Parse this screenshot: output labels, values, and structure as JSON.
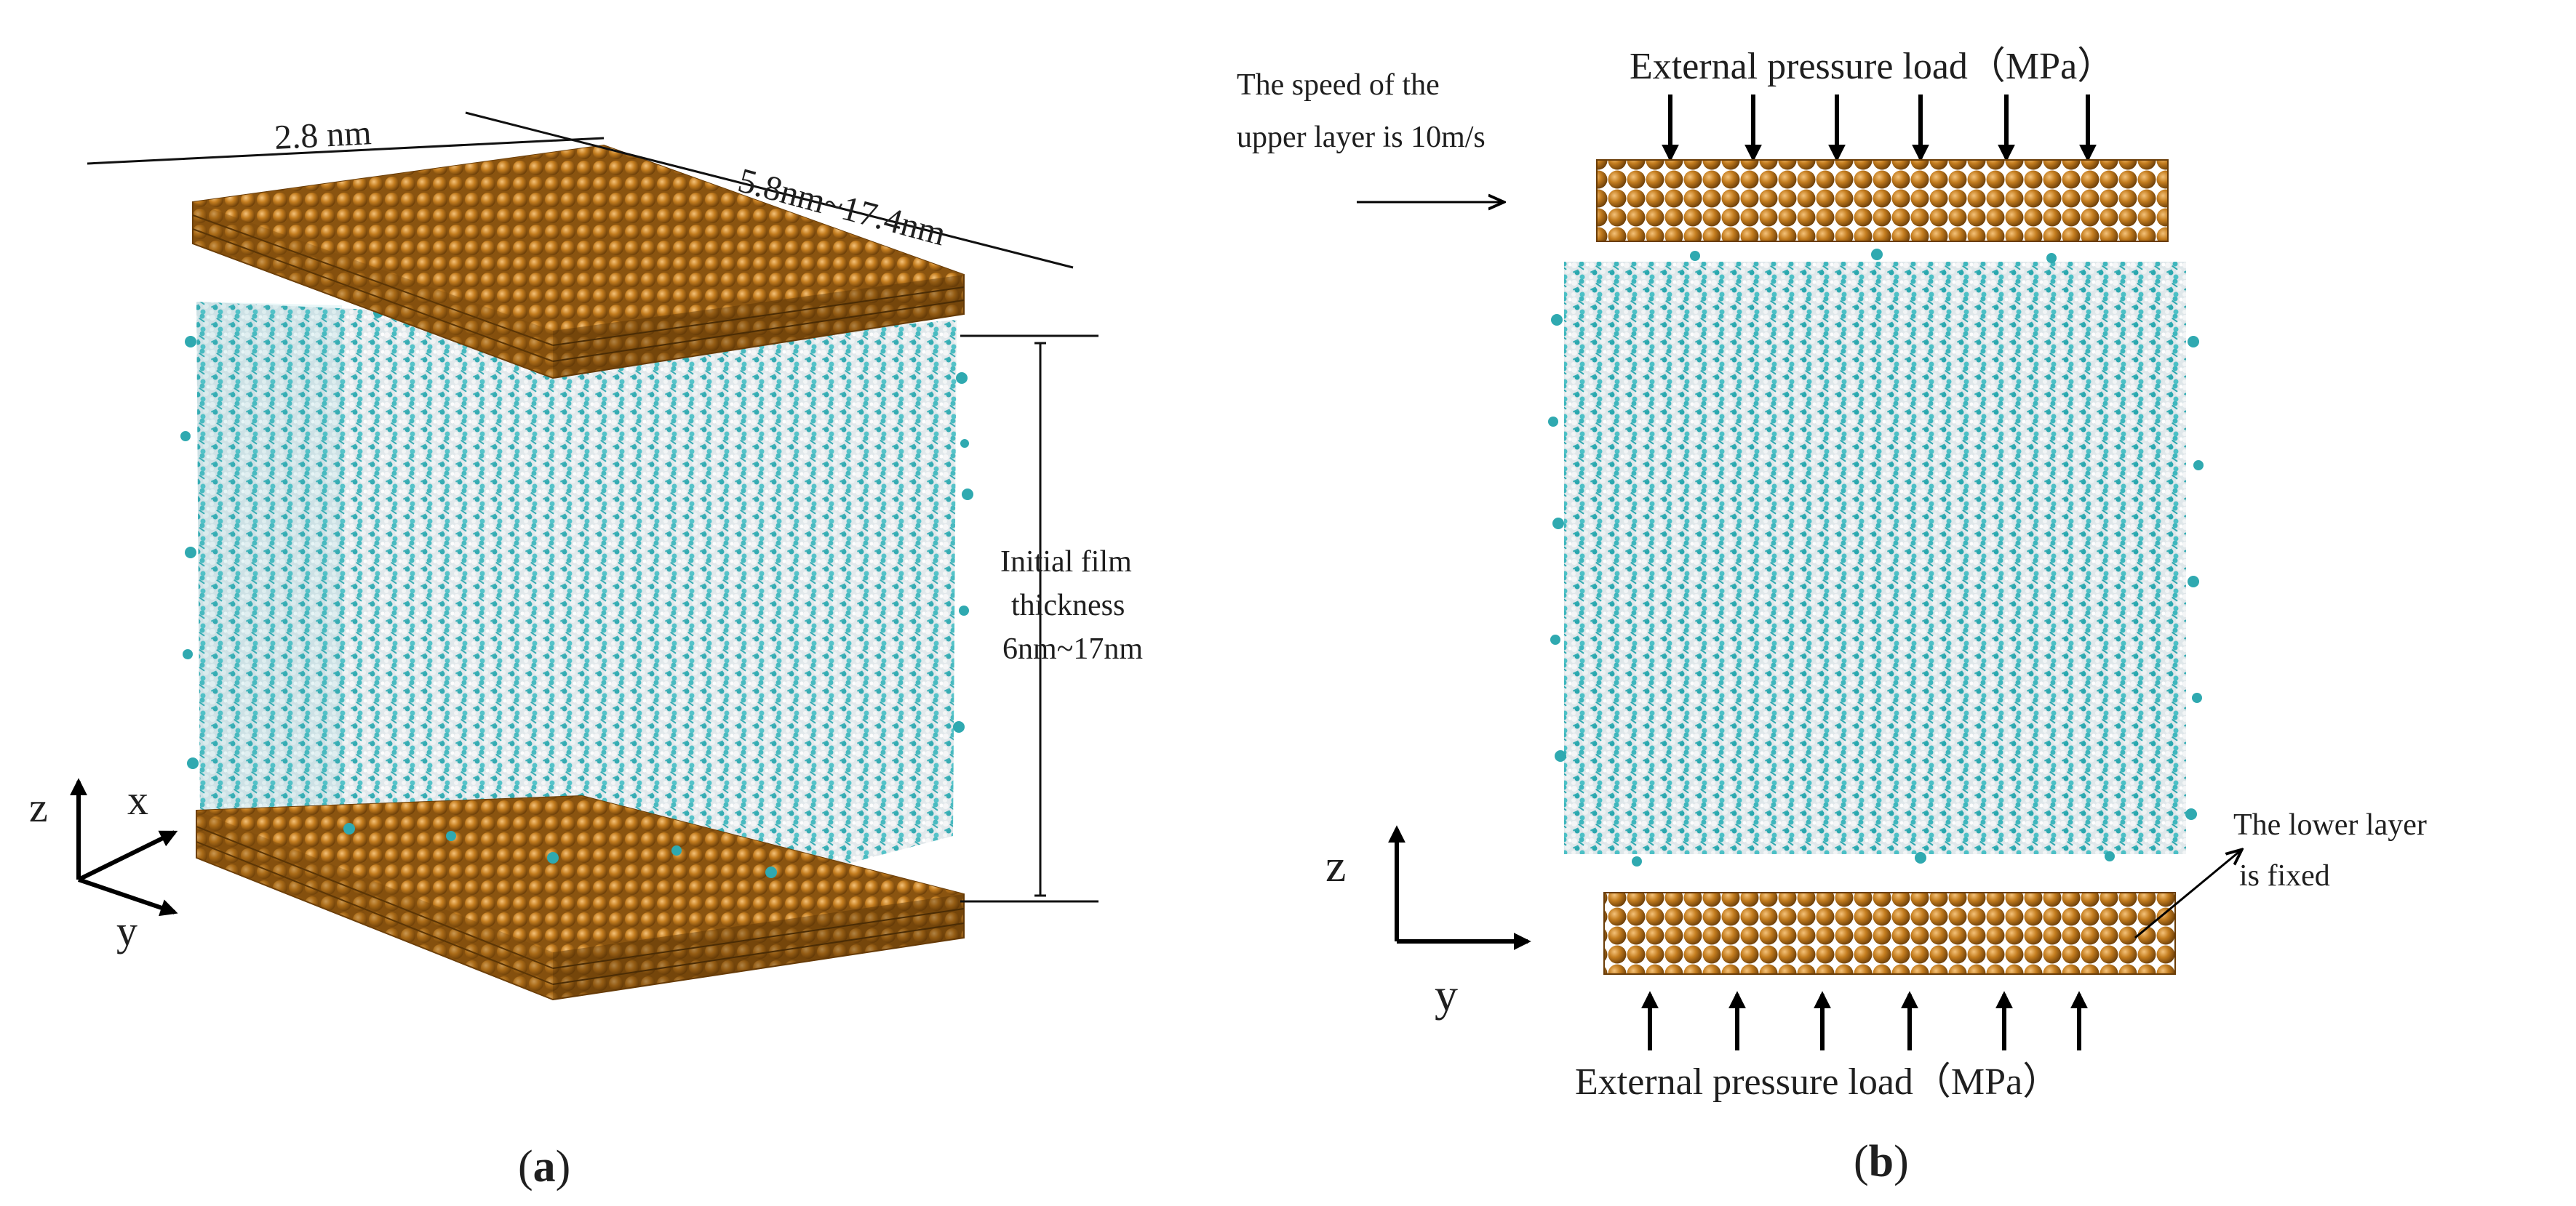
{
  "panel_a": {
    "dim_width": "2.8 nm",
    "dim_length": "5.8nm~17.4nm",
    "thickness_label": [
      "Initial film",
      "thickness",
      "6nm~17nm"
    ],
    "axes": {
      "z": "z",
      "x": "x",
      "y": "y"
    },
    "caption_open": "(",
    "caption_letter": "a",
    "caption_close": ")"
  },
  "panel_b": {
    "speed_label": [
      "The speed of the",
      "upper layer is 10m/s"
    ],
    "load_top": "External pressure load（MPa）",
    "load_bottom": "External pressure load（MPa）",
    "fixed_label": [
      "The lower layer",
      "is fixed"
    ],
    "axes": {
      "z": "z",
      "y": "y"
    },
    "caption_open": "(",
    "caption_letter": "b",
    "caption_close": ")"
  },
  "colors": {
    "copper": "#b8741b",
    "copper_dark": "#7a4a0c",
    "copper_light": "#e3a651",
    "lubricant_carbon": "#3fb6bd",
    "lubricant_hydrogen": "#e9eef0"
  },
  "icons": [
    "upper-copper-layer",
    "lower-copper-layer",
    "lubricant-film",
    "axis-arrows"
  ]
}
